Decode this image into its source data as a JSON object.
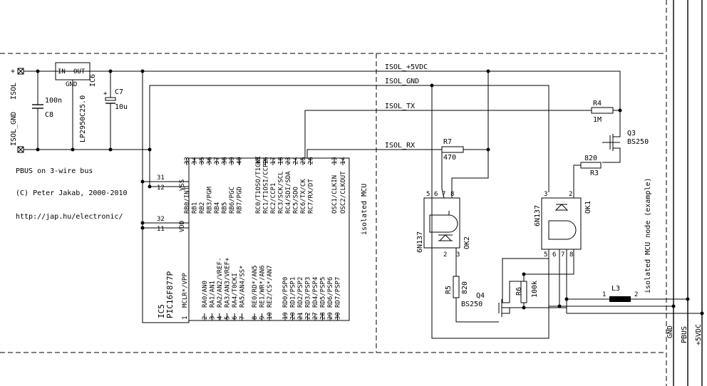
{
  "nets": {
    "isol_5v": "ISOL_+5VDC",
    "isol_gnd": "ISOL_GND",
    "isol_tx": "ISOL_TX",
    "isol_rx": "ISOL_RX",
    "gnd": "GND",
    "pbus": "PBUS",
    "v5": "+5VDC",
    "left_plus": "+",
    "left_isol": "ISOL",
    "left_isol_gnd": "ISOL_GND"
  },
  "notes": {
    "line1": "PBUS on 3-wire bus",
    "line2": "(C) Peter Jakab, 2000-2010",
    "line3": "http://jap.hu/electronic/",
    "side": "isolated MCU node (example)"
  },
  "regulator": {
    "in": "IN",
    "out": "OUT",
    "gnd": "GND",
    "ref": "IC6",
    "part": "LP2950C25.0"
  },
  "caps": {
    "c8_val": "100n",
    "c8_ref": "C8",
    "c7_ref": "C7",
    "c7_val": "10u",
    "c7_plus": "+"
  },
  "mcu": {
    "ref": "IC5",
    "part": "PIC16F877P",
    "title": "isolated MCU",
    "top_pins": [
      "33",
      "34",
      "35",
      "36",
      "37",
      "38",
      "39",
      "40"
    ],
    "top_labels": [
      "RB0/INT",
      "RB1",
      "RB2",
      "RB3/PGM",
      "RB4",
      "RB5",
      "RB6/PGC",
      "RB7/PGD"
    ],
    "rc_pins": [
      "15",
      "16",
      "17",
      "18",
      "23",
      "24",
      "25",
      "26"
    ],
    "rc_labels": [
      "RC0/T1OSO/T1CKI",
      "RC1/T1OSI/CCP2",
      "RC2/CCP1",
      "RC3/SCK/SCL",
      "RC4/SDI/SDA",
      "RC5/SDO",
      "RC6/TX/CK",
      "RC7/RX/DT"
    ],
    "osc_pins": [
      "13",
      "14"
    ],
    "osc_labels": [
      "OSC1/CLKIN",
      "OSC2/CLKOUT"
    ],
    "vss_pins": [
      "31",
      "12"
    ],
    "vss_label": "VSS",
    "vdd_pins": [
      "32",
      "11"
    ],
    "vdd_label": "VDD",
    "mclr_pin": "1",
    "mclr_label": "MCLR*/VPP",
    "ra_pins": [
      "2",
      "3",
      "4",
      "5",
      "6",
      "7"
    ],
    "ra_labels": [
      "RA0/AN0",
      "RA1/AN1",
      "RA2/AN2/VREF-",
      "RA3/AN3/VREF+",
      "RA4/T0CKI",
      "RA5/AN4/SS*"
    ],
    "re_pins": [
      "8",
      "9",
      "10"
    ],
    "re_labels": [
      "RE0/RD*/AN5",
      "RE1/WR*/AN6",
      "RE2/CS*/AN7"
    ],
    "rd_pins": [
      "19",
      "20",
      "21",
      "22",
      "27",
      "28",
      "29",
      "30"
    ],
    "rd_labels": [
      "RD0/PSP0",
      "RD1/PSP1",
      "RD2/PSP2",
      "RD3/PSP3",
      "RD4/PSP4",
      "RD5/PSP5",
      "RD6/PSP6",
      "RD7/PSP7"
    ]
  },
  "parts": {
    "r4": "R4",
    "r4_val": "1M",
    "q3": "Q3",
    "q3_part": "BS250",
    "r7": "R7",
    "r7_val": "470",
    "r3_val": "820",
    "r3": "R3",
    "r5": "R5",
    "r5_val": "820",
    "r6": "R6",
    "r6_val": "100k",
    "q4": "Q4",
    "q4_part": "BS250",
    "l3": "L3",
    "l3_p1": "1",
    "l3_p2": "2",
    "ok2": "OK2",
    "ok1": "OK1",
    "opto_part": "6N137",
    "ok2_pins_top": [
      "5",
      "6",
      "7",
      "8"
    ],
    "ok2_pins_bot": [
      "2",
      "3"
    ],
    "ok1_pins_top": [
      "3",
      "2"
    ],
    "ok1_pins_bot": [
      "5",
      "6",
      "7",
      "8"
    ]
  }
}
